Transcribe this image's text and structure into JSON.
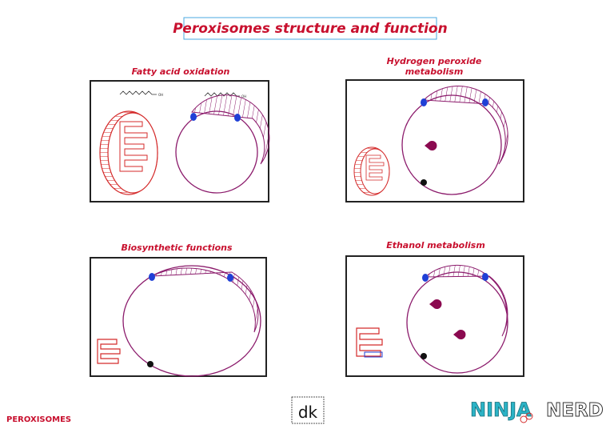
{
  "title": "Peroxisomes structure and function",
  "panels": [
    {
      "title": "Fatty acid oxidation",
      "chem_labels": [
        "OH",
        "OH"
      ]
    },
    {
      "title_line1": "Hydrogen peroxide",
      "title_line2": "metabolism"
    },
    {
      "title": "Biosynthetic functions"
    },
    {
      "title": "Ethanol metabolism"
    }
  ],
  "footer": {
    "label": "PEROXISOMES",
    "dk_logo": "dk",
    "brand_ninja": "NINJA",
    "brand_nerd": "NERD"
  },
  "colors": {
    "title_red": "#c8102e",
    "mitochondria": "#d42a2a",
    "peroxisome": "#8b1a6b",
    "transporter": "#1f3fd6",
    "enzyme": "#8b0a50",
    "ninja_teal": "#2bb3c6"
  }
}
